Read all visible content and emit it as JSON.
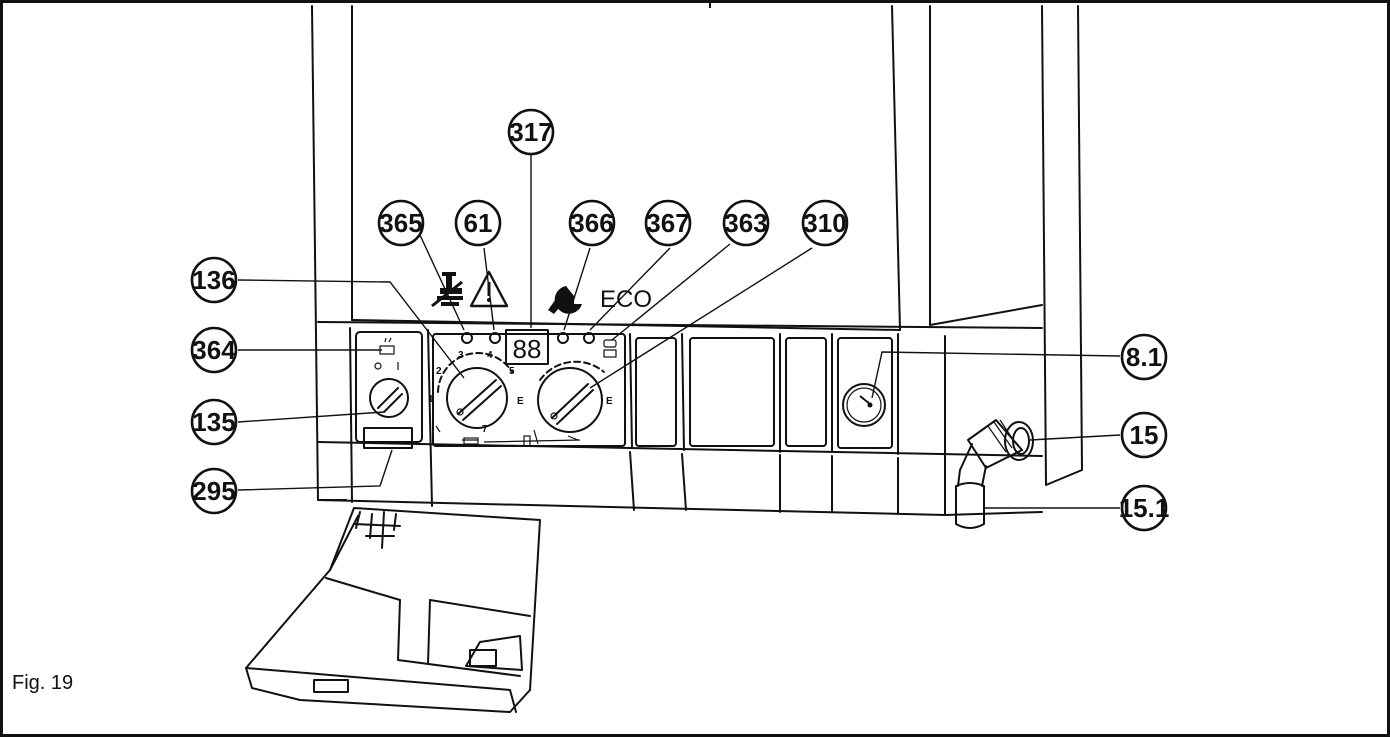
{
  "figure": {
    "caption": "Fig. 19"
  },
  "control_panel": {
    "eco_label": "ECO",
    "dial_left_scale": [
      "1",
      "2",
      "3",
      "4",
      "5",
      "E",
      "7"
    ],
    "dial_right_scale": [
      "E"
    ],
    "display_digits": "88"
  },
  "callouts": [
    {
      "id": "317",
      "label": "317"
    },
    {
      "id": "365",
      "label": "365"
    },
    {
      "id": "61",
      "label": "61"
    },
    {
      "id": "366",
      "label": "366"
    },
    {
      "id": "367",
      "label": "367"
    },
    {
      "id": "363",
      "label": "363"
    },
    {
      "id": "310",
      "label": "310"
    },
    {
      "id": "136",
      "label": "136"
    },
    {
      "id": "364",
      "label": "364"
    },
    {
      "id": "135",
      "label": "135"
    },
    {
      "id": "295",
      "label": "295"
    },
    {
      "id": "8.1",
      "label": "8.1"
    },
    {
      "id": "15",
      "label": "15"
    },
    {
      "id": "15.1",
      "label": "15.1"
    }
  ],
  "icons": [
    "chimney-sweep-icon",
    "warning-triangle-icon",
    "wrench-icon",
    "pressure-gauge-icon"
  ]
}
